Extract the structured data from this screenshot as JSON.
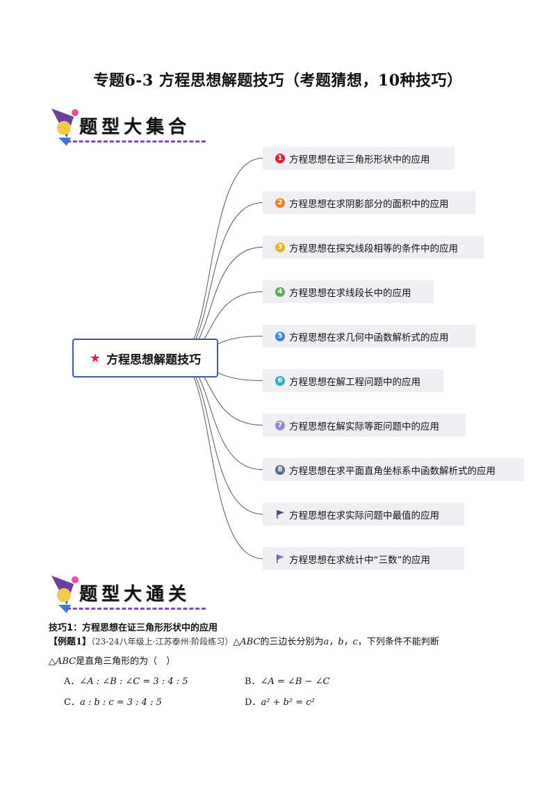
{
  "title": "专题6-3 方程思想解题技巧（考题猜想，10种技巧）",
  "banner1": "题型大集合",
  "banner2": "题型大通关",
  "mindmap": {
    "center": "方程思想解题技巧",
    "branches": [
      {
        "marker": "1",
        "color": "#d8263a",
        "label": "方程思想在证三角形形状中的应用"
      },
      {
        "marker": "2",
        "color": "#ef7d22",
        "label": "方程思想在求阴影部分的面积中的应用"
      },
      {
        "marker": "3",
        "color": "#f3b21b",
        "label": "方程思想在探究线段相等的条件中的应用"
      },
      {
        "marker": "4",
        "color": "#5aac5a",
        "label": "方程思想在求线段长中的应用"
      },
      {
        "marker": "5",
        "color": "#3a86c8",
        "label": "方程思想在求几何中函数解析式的应用"
      },
      {
        "marker": "6",
        "color": "#39a8c4",
        "label": "方程思想在解工程问题中的应用"
      },
      {
        "marker": "7",
        "color": "#9a86cc",
        "label": "方程思想在解实际等距问题中的应用"
      },
      {
        "marker": "8",
        "color": "#5b6a86",
        "label": "方程思想在求平面直角坐标系中函数解析式的应用"
      },
      {
        "marker": "flag",
        "color": "#3d4f7a",
        "label": "方程思想在求实际问题中最值的应用"
      },
      {
        "marker": "flag",
        "color": "#8b6fc4",
        "label": "方程思想在求统计中“三数”的应用"
      }
    ]
  },
  "section1": {
    "heading": "技巧1：方程思想在证三角形形状中的应用",
    "example_tag": "【例题1】",
    "source": "（23-24八年级上·江苏泰州·阶段练习）",
    "stem_part1": "△ABC",
    "stem_part2": "的三边长分别为",
    "stem_vars": "a，b，c",
    "stem_part3": "，下列条件不能判断",
    "stem_line2_sym": "△ABC",
    "stem_line2": "是直角三角形的为（　）",
    "options": [
      {
        "label": "A．",
        "expr": "∠A : ∠B : ∠C = 3 : 4 : 5"
      },
      {
        "label": "B．",
        "expr": "∠A = ∠B − ∠C"
      },
      {
        "label": "C．",
        "expr": "a : b : c = 3 : 4 : 5"
      },
      {
        "label": "D．",
        "expr": "a² + b² = c²"
      }
    ]
  }
}
